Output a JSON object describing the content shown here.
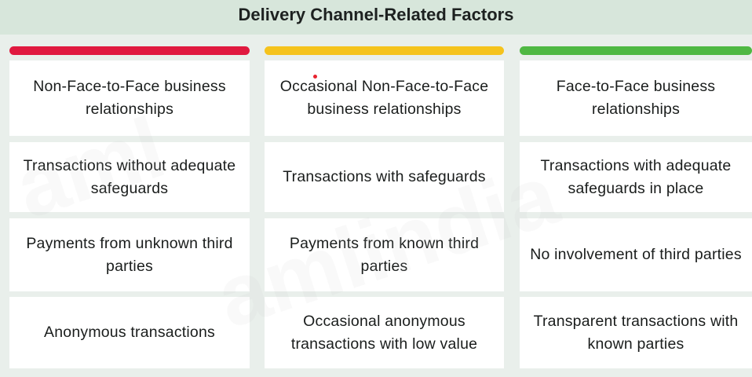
{
  "title": "Delivery Channel-Related Factors",
  "column_colors": [
    "#e0193f",
    "#f5c31d",
    "#4fb843"
  ],
  "columns": [
    {
      "cells": [
        "Non-Face-to-Face business relationships",
        "Transactions without adequate safeguards",
        "Payments from unknown third parties",
        "Anonymous transactions"
      ]
    },
    {
      "cells": [
        "Occasional Non-Face-to-Face business relationships",
        "Transactions with safeguards",
        "Payments from known third parties",
        "Occasional anonymous transactions with low value"
      ]
    },
    {
      "cells": [
        "Face-to-Face business relationships",
        "Transactions with adequate safeguards in place",
        "No involvement of third parties",
        "Transparent transactions with known parties"
      ]
    }
  ],
  "watermark": "amlindia"
}
